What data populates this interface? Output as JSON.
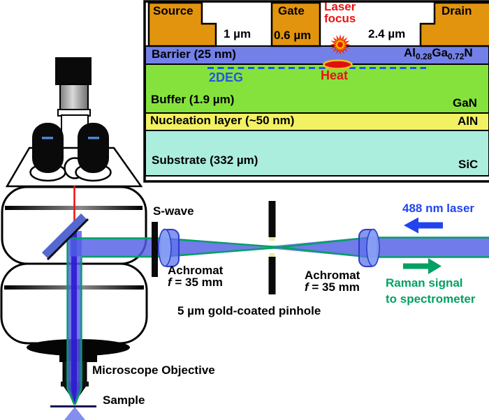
{
  "colors": {
    "laser_blue": "#2244ee",
    "raman_green": "#00a163",
    "signal_red": "#ee1111",
    "deg_blue": "#2156e8",
    "contact_orange": "#e2940e",
    "barrier_blue": "#7380e8",
    "buffer_green": "#85e23c",
    "nucleation_yellow": "#f2f163",
    "substrate_cyan": "#abeedd",
    "beam_blue": "#5a68e0",
    "gold": "#efe6ad"
  },
  "inset": {
    "source_label": "Source",
    "source_gate_gap": "1 µm",
    "gate_label": "Gate",
    "gate_length": "0.6 µm",
    "laser_focus_line1": "Laser",
    "laser_focus_line2": "focus",
    "gate_drain_gap": "2.4 µm",
    "drain_label": "Drain",
    "barrier_label": "Barrier (25 nm)",
    "barrier_material_el1": "Al",
    "barrier_material_sub1": "0.28",
    "barrier_material_el2": "Ga",
    "barrier_material_sub2": "0.72",
    "barrier_material_el3": "N",
    "twodeg_label": "2DEG",
    "heat_label": "Heat",
    "buffer_label": "Buffer (1.9 µm)",
    "buffer_material": "GaN",
    "nucleation_label": "Nucleation layer (~50 nm)",
    "nucleation_material": "AlN",
    "substrate_label": "Substrate (332 µm)",
    "substrate_material": "SiC"
  },
  "optics": {
    "swave_label": "S-wave",
    "achromat_left_name": "Achromat",
    "achromat_left_f": "f",
    "achromat_left_focal": " = 35 mm",
    "achromat_right_name": "Achromat",
    "achromat_right_f": "f",
    "achromat_right_focal": " = 35 mm",
    "pinhole_label": "5 µm gold-coated pinhole",
    "laser_label": "488 nm laser",
    "raman_line1": "Raman signal",
    "raman_line2": "to spectrometer"
  },
  "microscope": {
    "objective_label": "Microscope Objective",
    "sample_label": "Sample"
  }
}
